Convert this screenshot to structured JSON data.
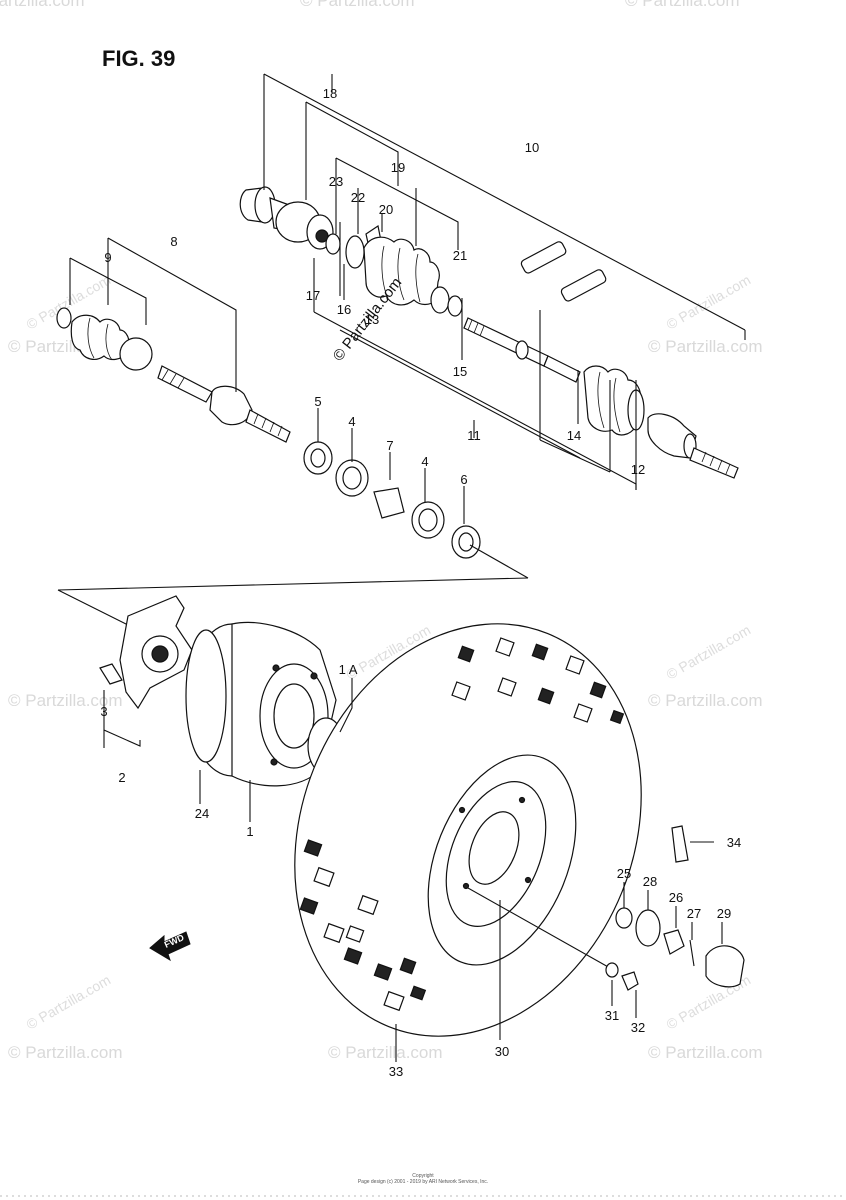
{
  "figure": {
    "title": "FIG. 39"
  },
  "watermarks": {
    "brand": "© Partzilla.com",
    "brand_inline": "© Partzilla.com"
  },
  "callouts": [
    {
      "id": "c1",
      "label": "1"
    },
    {
      "id": "c1a",
      "label": "1 A"
    },
    {
      "id": "c2",
      "label": "2"
    },
    {
      "id": "c3",
      "label": "3"
    },
    {
      "id": "c4a",
      "label": "4"
    },
    {
      "id": "c4b",
      "label": "4"
    },
    {
      "id": "c5",
      "label": "5"
    },
    {
      "id": "c6",
      "label": "6"
    },
    {
      "id": "c7",
      "label": "7"
    },
    {
      "id": "c8",
      "label": "8"
    },
    {
      "id": "c9",
      "label": "9"
    },
    {
      "id": "c10",
      "label": "10"
    },
    {
      "id": "c11",
      "label": "11"
    },
    {
      "id": "c12",
      "label": "12"
    },
    {
      "id": "c13",
      "label": "13"
    },
    {
      "id": "c14",
      "label": "14"
    },
    {
      "id": "c15",
      "label": "15"
    },
    {
      "id": "c16",
      "label": "16"
    },
    {
      "id": "c17",
      "label": "17"
    },
    {
      "id": "c18",
      "label": "18"
    },
    {
      "id": "c19",
      "label": "19"
    },
    {
      "id": "c20",
      "label": "20"
    },
    {
      "id": "c21",
      "label": "21"
    },
    {
      "id": "c22",
      "label": "22"
    },
    {
      "id": "c23",
      "label": "23"
    },
    {
      "id": "c24",
      "label": "24"
    },
    {
      "id": "c25",
      "label": "25"
    },
    {
      "id": "c26",
      "label": "26"
    },
    {
      "id": "c27",
      "label": "27"
    },
    {
      "id": "c28",
      "label": "28"
    },
    {
      "id": "c29",
      "label": "29"
    },
    {
      "id": "c30",
      "label": "30"
    },
    {
      "id": "c31",
      "label": "31"
    },
    {
      "id": "c32",
      "label": "32"
    },
    {
      "id": "c33",
      "label": "33"
    },
    {
      "id": "c34",
      "label": "34"
    }
  ],
  "fwd_arrow": {
    "label": "FWD"
  },
  "footer": {
    "line1": "Copyright",
    "line2": "Page design (c) 2001 - 2019 by ARI Network Services, Inc."
  }
}
